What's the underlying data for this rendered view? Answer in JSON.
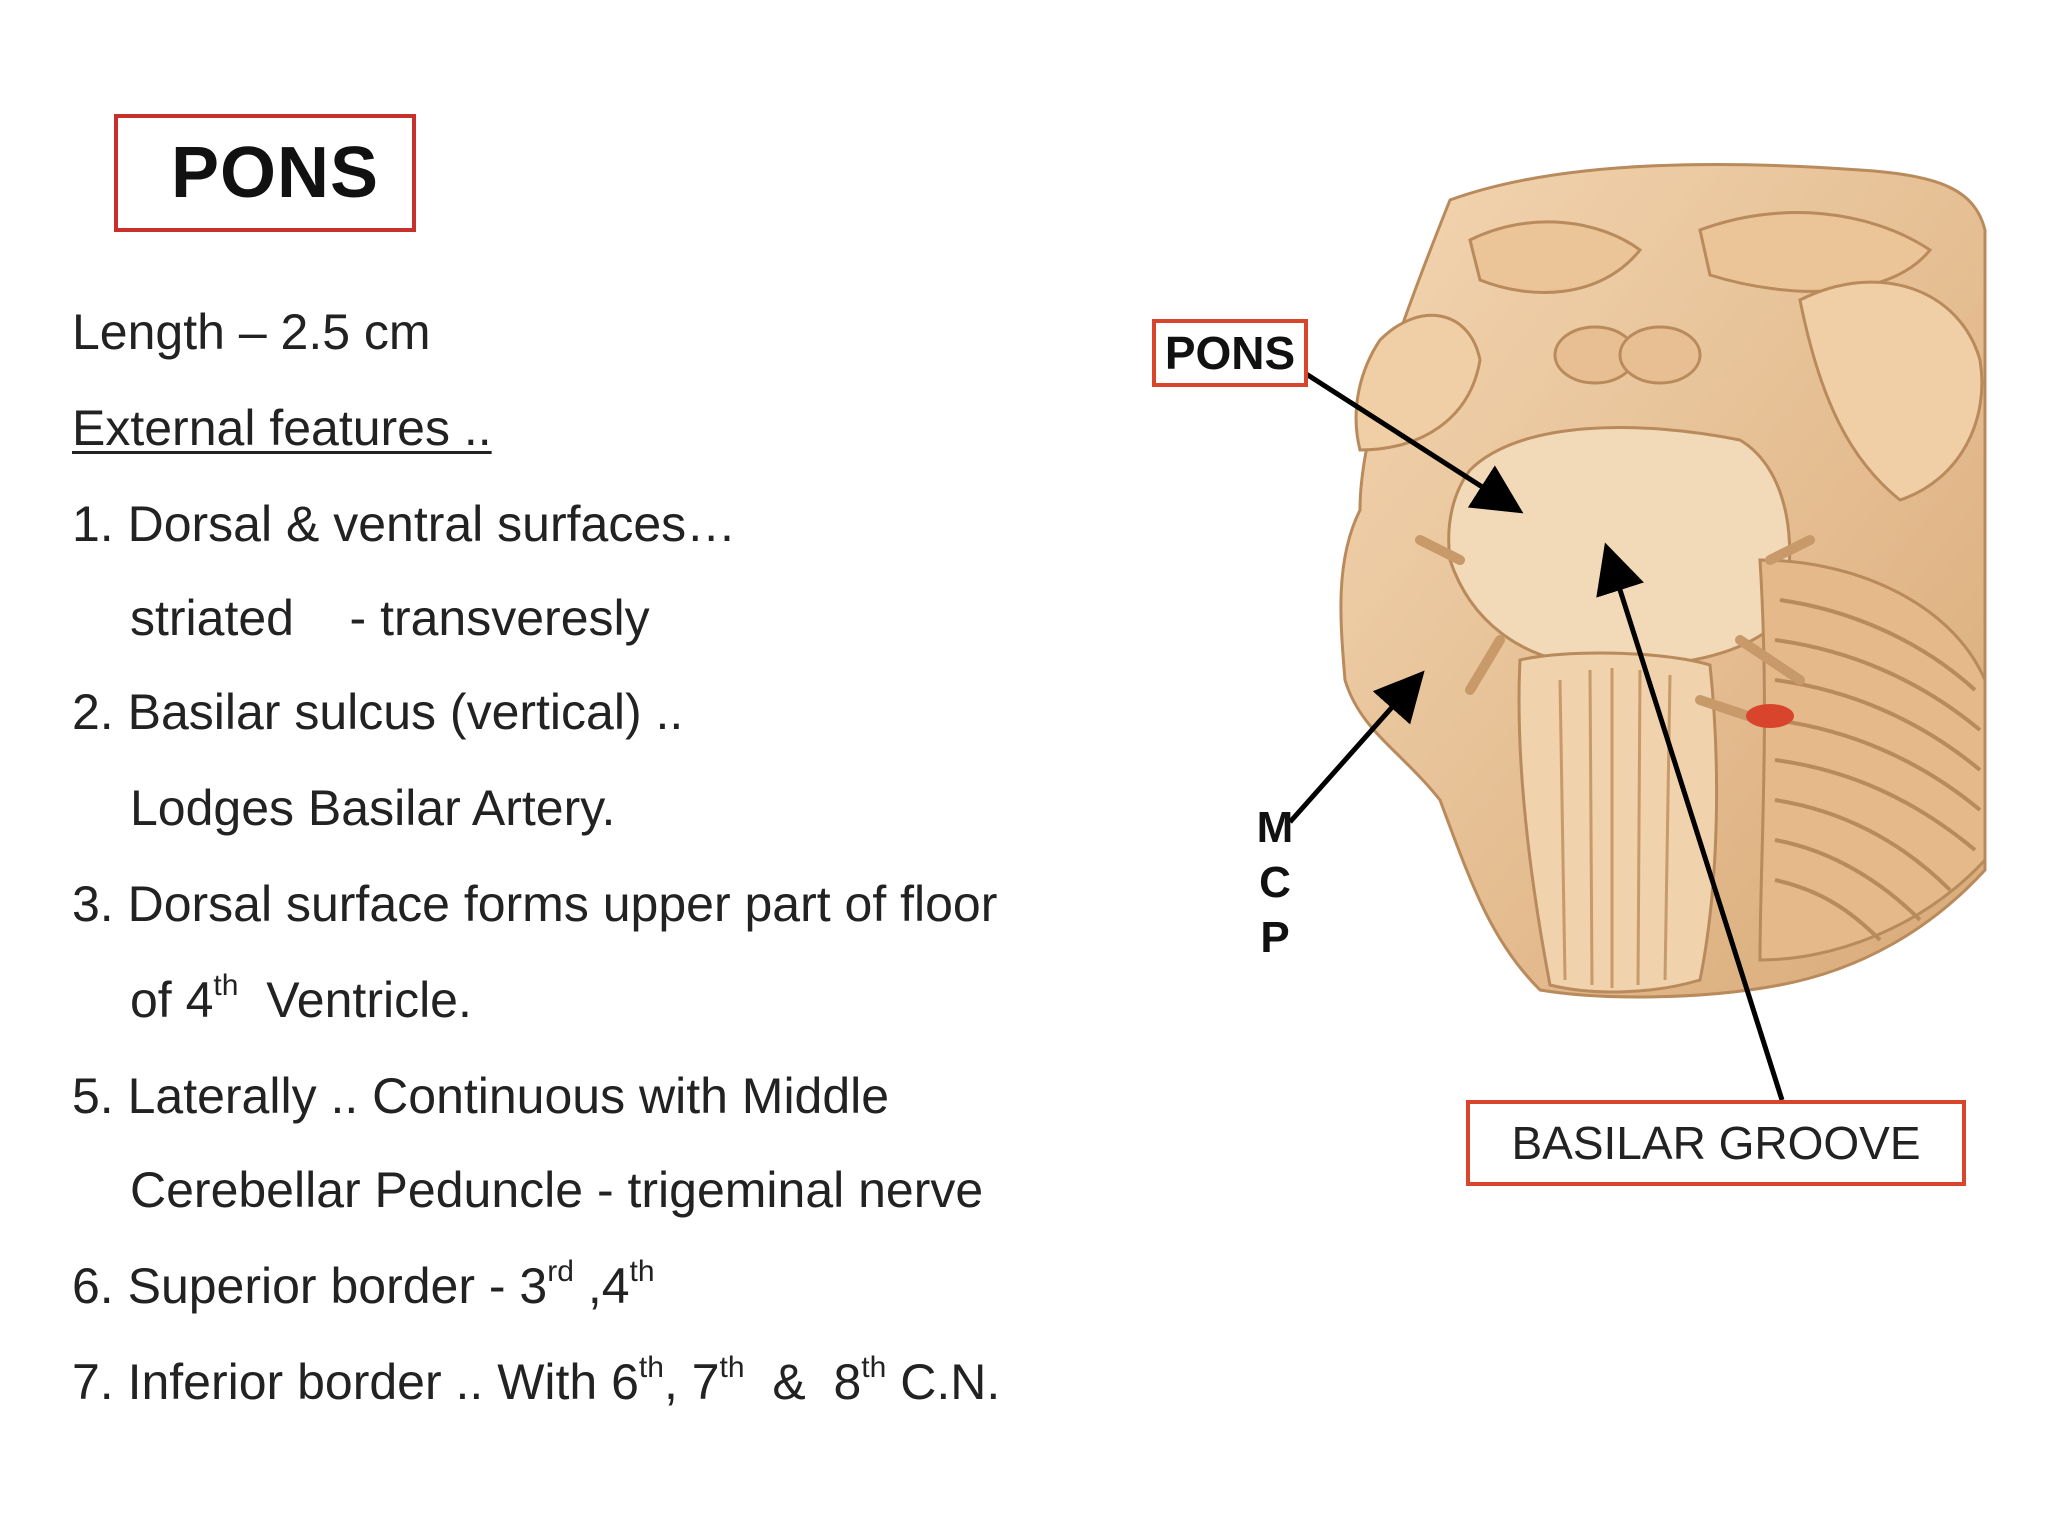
{
  "title": "PONS",
  "lines": {
    "length": "Length – 2.5 cm",
    "external": "External features ..",
    "item1_text": "1. Dorsal & ventral surfaces…",
    "item1_sub": "striated    - transveresly",
    "item2_text": "2. Basilar sulcus (vertical) ..",
    "item2_sub": "Lodges Basilar Artery.",
    "item3_text": "3. Dorsal surface forms upper part of floor",
    "item3_sub_pre": "of 4",
    "item3_sub_sup": "th",
    "item3_sub_post": "  Ventricle.",
    "item5_text": "5. Laterally .. Continuous with Middle",
    "item5_sub": "Cerebellar Peduncle - trigeminal nerve",
    "item6_pre": "6. Superior border - 3",
    "item6_sup1": "rd",
    "item6_mid": " ,4",
    "item6_sup2": "th",
    "item7_pre": "7. Inferior border .. With 6",
    "item7_sup1": "th",
    "item7_mid1": ", 7",
    "item7_sup2": "th",
    "item7_mid2": "  &  8",
    "item7_sup3": "th",
    "item7_post": " C.N."
  },
  "diagram": {
    "label_pons": "PONS",
    "label_mcp_m": "M",
    "label_mcp_c": "C",
    "label_mcp_p": "P",
    "label_basilar": "BASILAR GROOVE",
    "colors": {
      "tissue": "#e8c39a",
      "tissue_dark": "#b98a5c",
      "accent_red": "#d9452c",
      "arrow": "#000000"
    }
  }
}
